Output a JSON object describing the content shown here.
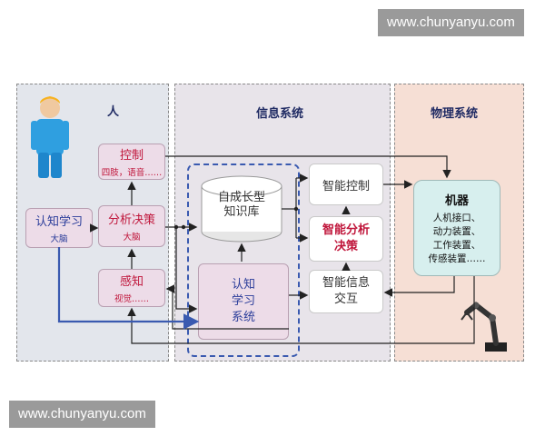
{
  "watermark_top": "www.chunyanyu.com",
  "watermark_bottom": "www.chunyanyu.com",
  "panels": {
    "human": "人",
    "info": "信息系统",
    "physical": "物理系统"
  },
  "human_boxes": {
    "cognition": {
      "title": "认知学习",
      "sub": "大脑"
    },
    "control": {
      "title": "控制",
      "sub": "四肢，语音……"
    },
    "analysis": {
      "title": "分析决策",
      "sub": "大脑"
    },
    "perception": {
      "title": "感知",
      "sub": "视觉……"
    }
  },
  "info_boxes": {
    "knowledge_base": "自成长型\n知识库",
    "learning_system": "认知\n学习\n系统",
    "smart_control": "智能控制",
    "smart_analysis": "智能分析\n决策",
    "smart_interaction": "智能信息\n交互"
  },
  "machine": {
    "title": "机器",
    "items": "人机接口、\n动力装置、\n工作装置、\n传感装置……"
  },
  "colors": {
    "human_panel": "#e3e6ec",
    "info_panel": "#e8e4ea",
    "physical_panel": "#f6dfd5",
    "human_box": "#eddce8",
    "machine_box": "#d7efee",
    "accent_red": "#c0163b",
    "accent_blue": "#3a5ab0"
  }
}
